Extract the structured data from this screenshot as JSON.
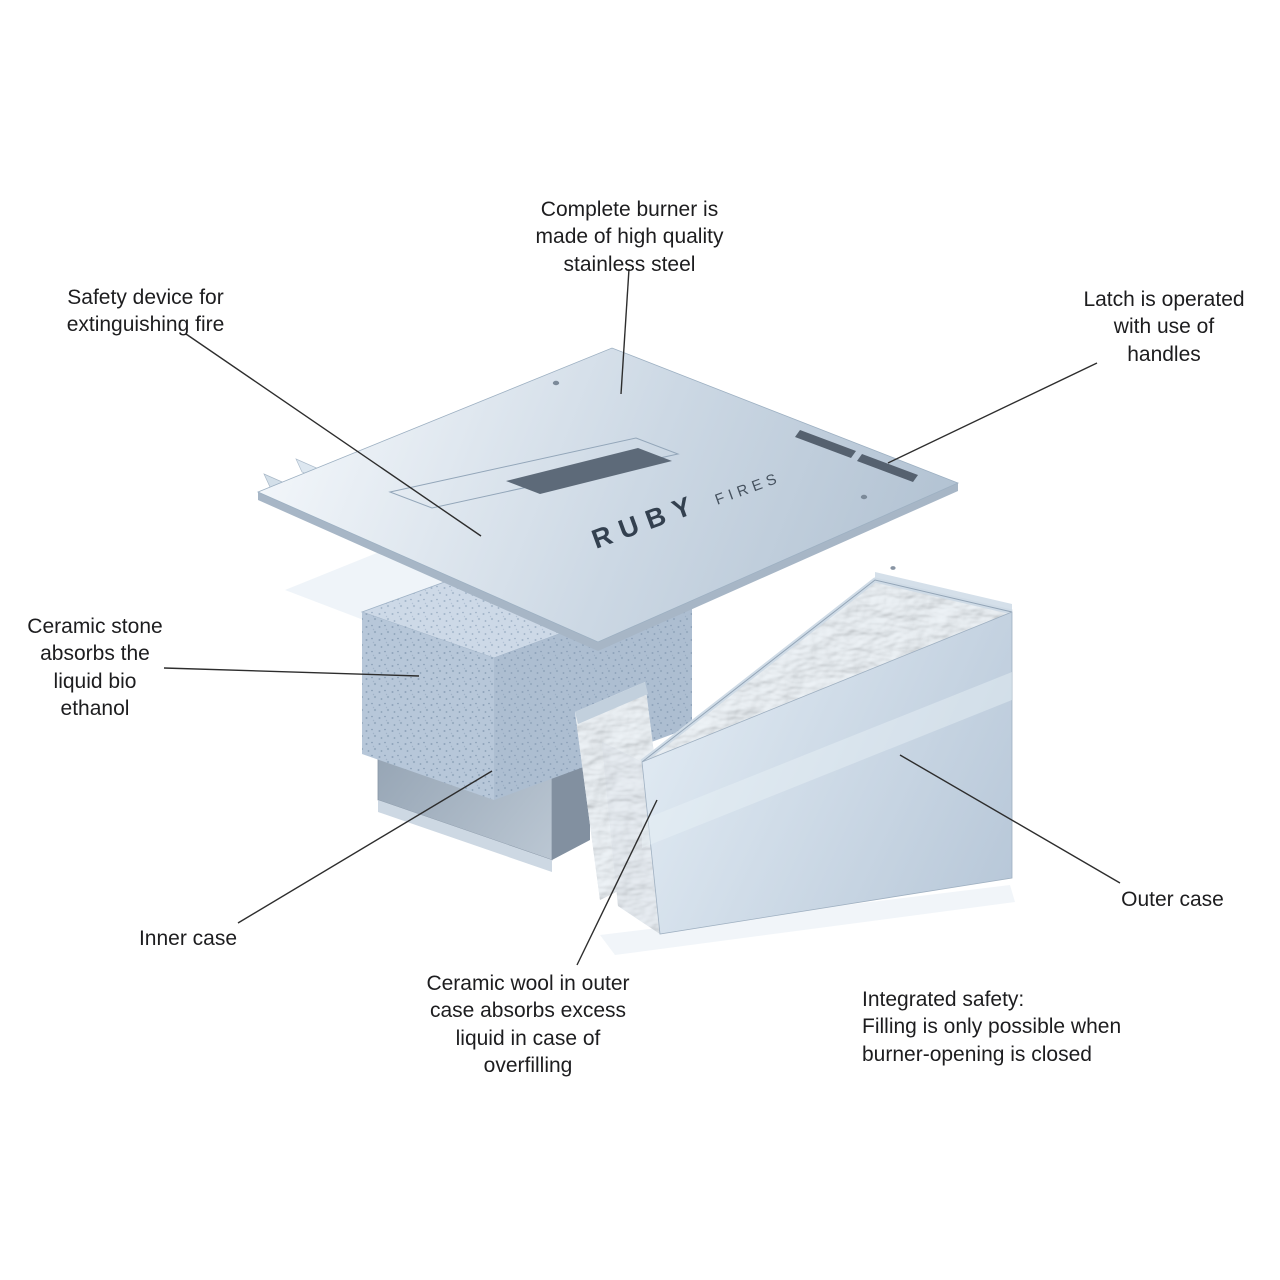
{
  "page": {
    "background": "#ffffff"
  },
  "illustration": {
    "brand_wordmark": {
      "primary": "RUBY",
      "secondary": "FIRES"
    },
    "colors": {
      "steel_light": "#f2f6fa",
      "steel_mid": "#ccd8e4",
      "steel_dark": "#a7b6c6",
      "ceramic_stone": "#b7c7d9",
      "ceramic_wool": "#dde7f1",
      "slot_dark": "#5d6a79",
      "leader_line": "#2d2d2d",
      "text": "#1d1d1f"
    }
  },
  "labels": {
    "complete_burner": "Complete burner is\nmade of high quality\nstainless steel",
    "safety_device": "Safety device for\nextinguishing fire",
    "latch": "Latch is operated\nwith use of\nhandles",
    "ceramic_stone": "Ceramic stone\nabsorbs the\nliquid bio\nethanol",
    "inner_case": "Inner case",
    "ceramic_wool": "Ceramic wool in outer\ncase absorbs excess\nliquid in case of\noverfilling",
    "outer_case": "Outer case",
    "integrated_safety": "Integrated safety:\nFilling is only possible when\nburner-opening is closed"
  }
}
